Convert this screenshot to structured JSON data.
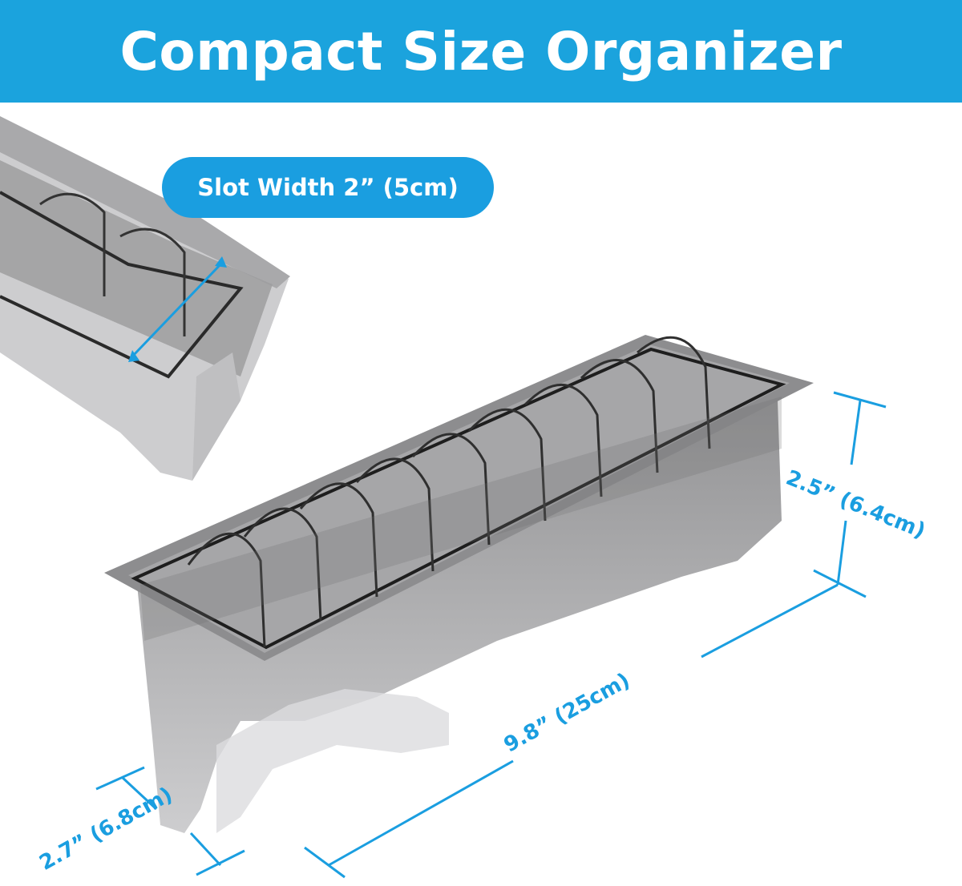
{
  "title": "Compact Size Organizer",
  "callouts": {
    "slot_width": "Slot Width 2” (5cm)",
    "height": "2.5” (6.4cm)",
    "length": "9.8” (25cm)",
    "depth": "2.7” (6.8cm)"
  },
  "colors": {
    "accent": "#1a9ee0",
    "banner": "#1ba3dd",
    "product": "#7f7f80"
  }
}
